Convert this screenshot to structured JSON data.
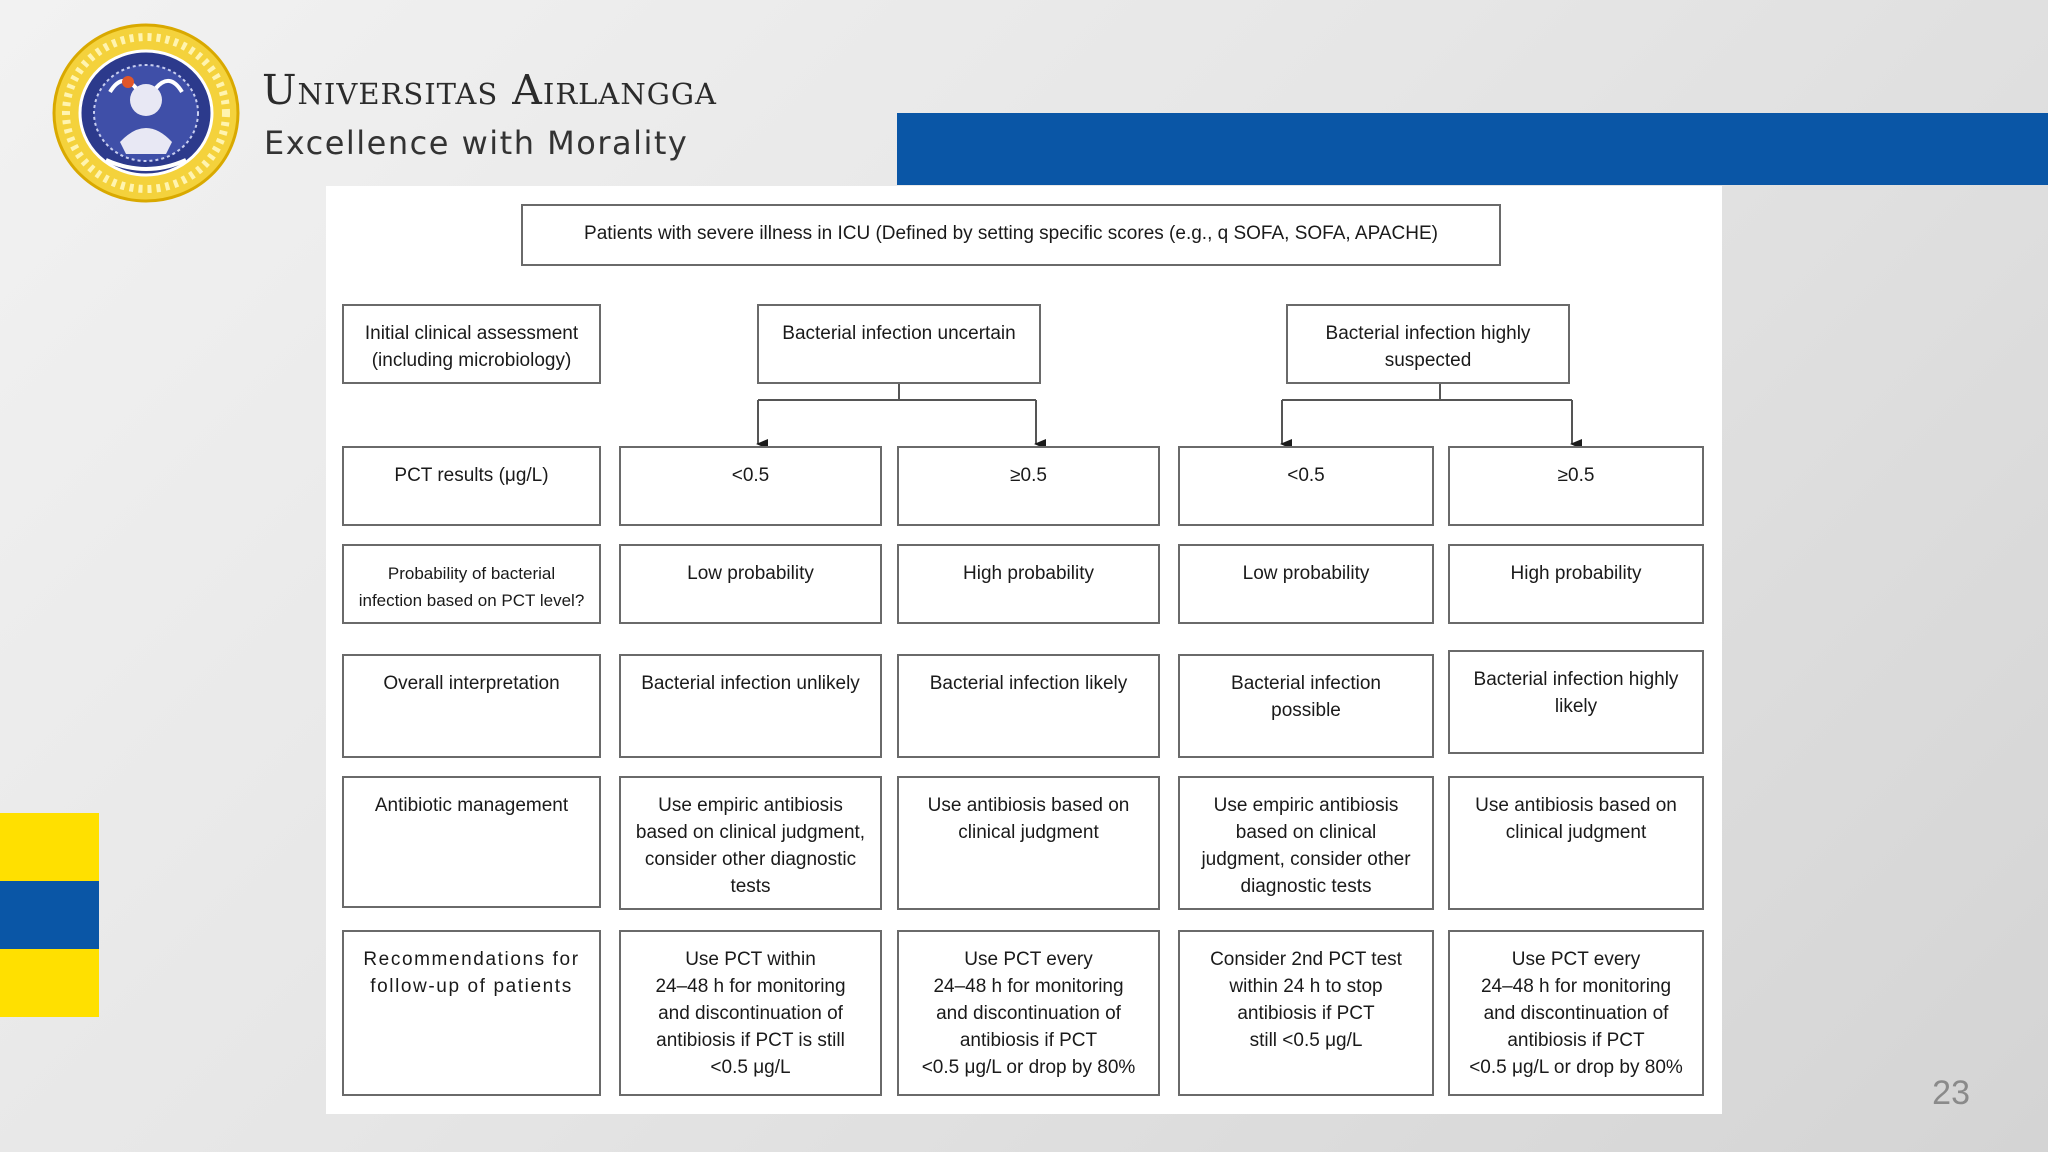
{
  "header": {
    "university_name": "Universitas Airlangga",
    "tagline": "Excellence with Morality",
    "logo_icon": "university-seal-icon"
  },
  "colors": {
    "brand_blue": "#0a56a6",
    "brand_yellow": "#ffe000"
  },
  "flowchart": {
    "title": "Patients with severe illness in ICU (Defined by setting specific scores (e.g., q SOFA, SOFA, APACHE)",
    "row_labels": {
      "assessment": "Initial clinical assessment\n(including microbiology)",
      "pct": "PCT results (μg/L)",
      "probability": "Probability of bacterial\ninfection based on PCT level?",
      "interpretation": "Overall interpretation",
      "antibiotic": "Antibiotic management",
      "followup": "Recommendations for\nfollow-up of patients"
    },
    "groups": {
      "uncertain": "Bacterial infection uncertain",
      "suspected": "Bacterial infection highly\nsuspected"
    },
    "columns": [
      {
        "pct": "<0.5",
        "probability": "Low probability",
        "interpretation": "Bacterial infection unlikely",
        "antibiotic": "Use empiric antibiosis\nbased on clinical judgment,\nconsider other diagnostic\ntests",
        "followup": "Use PCT within\n24–48 h for monitoring\nand discontinuation of\nantibiosis if PCT is still\n<0.5 μg/L"
      },
      {
        "pct": "≥0.5",
        "probability": "High probability",
        "interpretation": "Bacterial infection likely",
        "antibiotic": "Use antibiosis based on\nclinical judgment",
        "followup": "Use PCT every\n24–48 h for monitoring\nand discontinuation of\nantibiosis if PCT\n<0.5 μg/L or drop by 80%"
      },
      {
        "pct": "<0.5",
        "probability": "Low probability",
        "interpretation": "Bacterial infection\npossible",
        "antibiotic": "Use empiric antibiosis\nbased on clinical\njudgment, consider other\ndiagnostic tests",
        "followup": "Consider 2nd PCT test\nwithin 24 h to stop\nantibiosis if PCT\nstill <0.5 μg/L"
      },
      {
        "pct": "≥0.5",
        "probability": "High probability",
        "interpretation": "Bacterial infection highly\nlikely",
        "antibiotic": "Use antibiosis based on\nclinical judgment",
        "followup": "Use PCT every\n24–48 h for monitoring\nand discontinuation of\nantibiosis if PCT\n<0.5 μg/L or drop by 80%"
      }
    ]
  },
  "page_number": "23"
}
